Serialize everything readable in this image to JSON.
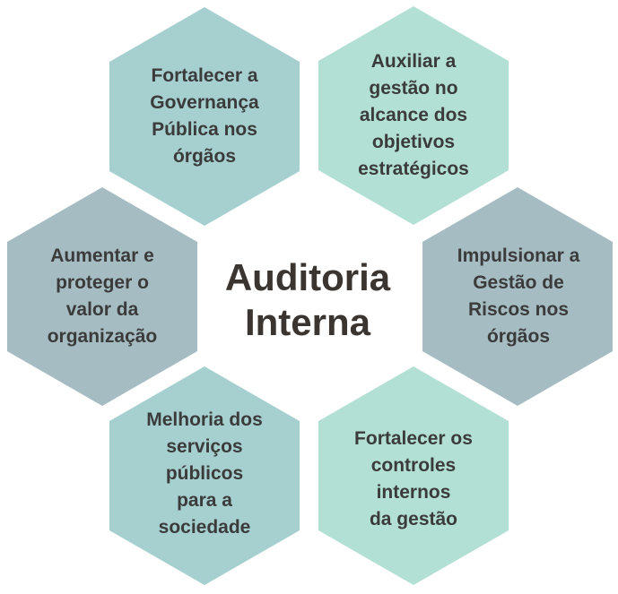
{
  "diagram": {
    "center": {
      "label": "Auditoria\nInterna"
    },
    "nodes": [
      {
        "id": "top-left",
        "label": "Fortalecer a\nGovernança\nPública nos\nórgãos",
        "color": "#a6cfcf"
      },
      {
        "id": "top-right",
        "label": "Auxiliar a\ngestão no\nalcance dos\nobjetivos\nestratégicos",
        "color": "#b3e0d5"
      },
      {
        "id": "middle-left",
        "label": "Aumentar e\nproteger o\nvalor da\norganização",
        "color": "#a5bcc2"
      },
      {
        "id": "middle-right",
        "label": "Impulsionar a\nGestão de\nRiscos nos\nórgãos",
        "color": "#a5bcc2"
      },
      {
        "id": "bottom-left",
        "label": "Melhoria dos\nserviços\npúblicos\npara a\nsociedade",
        "color": "#a6cfcf"
      },
      {
        "id": "bottom-right",
        "label": "Fortalecer os\ncontroles\ninternos\nda gestão",
        "color": "#b3e0d5"
      }
    ]
  }
}
